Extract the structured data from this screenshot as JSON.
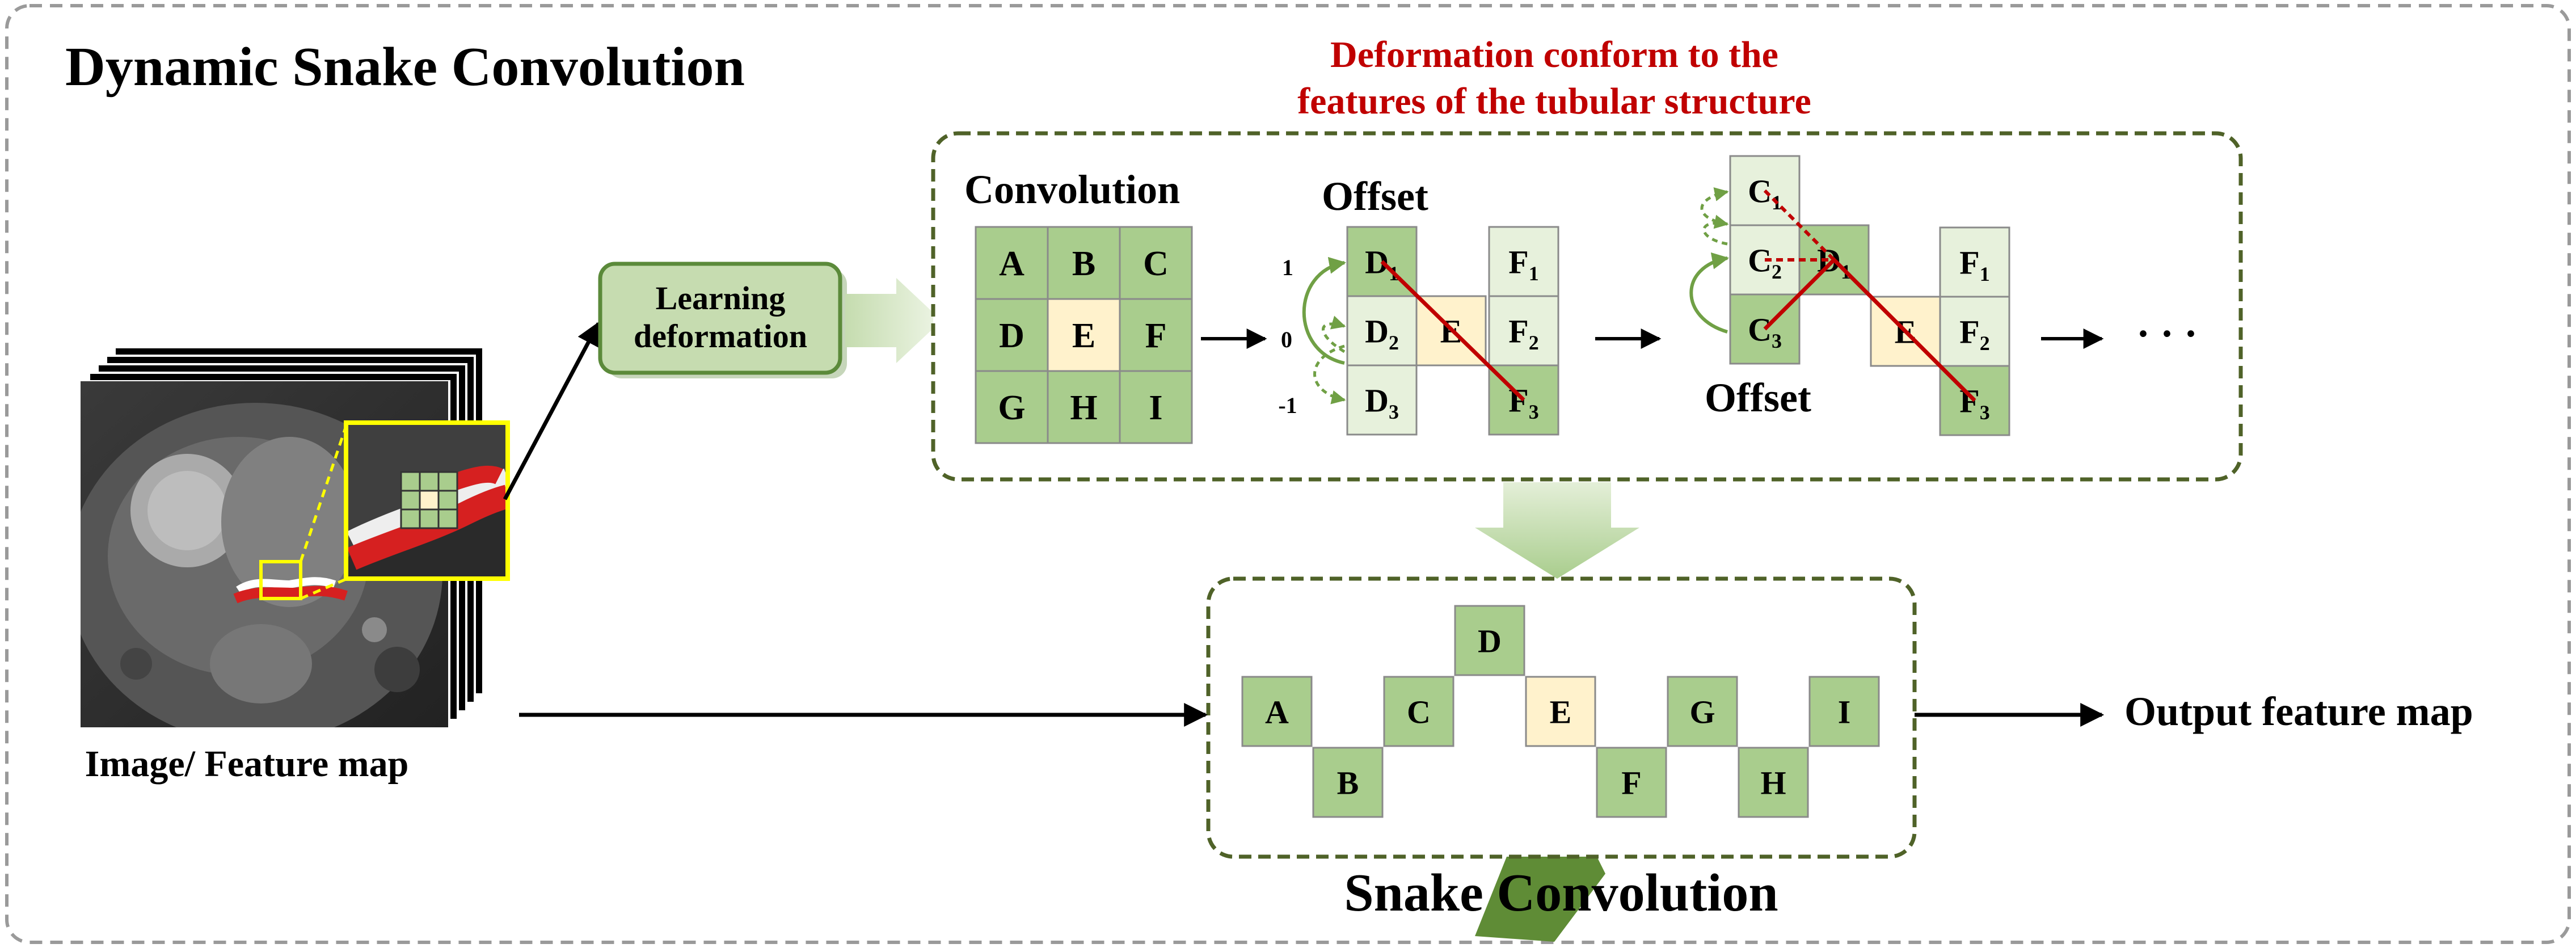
{
  "title": "Dynamic Snake Convolution",
  "annotation": {
    "line1": "Deformation conform to the",
    "line2": "features of the tubular structure"
  },
  "colors": {
    "cell_green": "#a9cd8d",
    "cell_light": "#e7f1dc",
    "cell_yellow": "#fff2cc",
    "annotation_red": "#c00000",
    "offset_red": "#c00000",
    "curve_green": "#70a045",
    "border_gray": "#8a8a8a",
    "panel_border": "#5b6e35"
  },
  "input": {
    "label": "Image/ Feature map"
  },
  "learning": {
    "line1": "Learning",
    "line2": "deformation"
  },
  "conv": {
    "title": "Convolution",
    "cells": [
      "A",
      "B",
      "C",
      "D",
      "E",
      "F",
      "G",
      "H",
      "I"
    ]
  },
  "offset1": {
    "title": "Offset",
    "d_cells": [
      {
        "base": "D",
        "sub": "1"
      },
      {
        "base": "D",
        "sub": "2"
      },
      {
        "base": "D",
        "sub": "3"
      }
    ],
    "f_cells": [
      {
        "base": "F",
        "sub": "1"
      },
      {
        "base": "F",
        "sub": "2"
      },
      {
        "base": "F",
        "sub": "3"
      }
    ],
    "center": "E",
    "axis_labels": [
      "1",
      "0",
      "-1"
    ]
  },
  "offset2": {
    "title": "Offset",
    "c_cells": [
      {
        "base": "C",
        "sub": "1"
      },
      {
        "base": "C",
        "sub": "2"
      },
      {
        "base": "C",
        "sub": "3"
      }
    ],
    "d_cell": {
      "base": "D",
      "sub": "1"
    },
    "center": "E",
    "f_cells": [
      {
        "base": "F",
        "sub": "1"
      },
      {
        "base": "F",
        "sub": "2"
      },
      {
        "base": "F",
        "sub": "3"
      }
    ]
  },
  "ellipsis": "· · ·",
  "snake": {
    "title": "Snake Convolution",
    "cells": [
      "A",
      "B",
      "C",
      "D",
      "E",
      "F",
      "G",
      "H",
      "I"
    ]
  },
  "output": {
    "label": "Output feature map"
  }
}
